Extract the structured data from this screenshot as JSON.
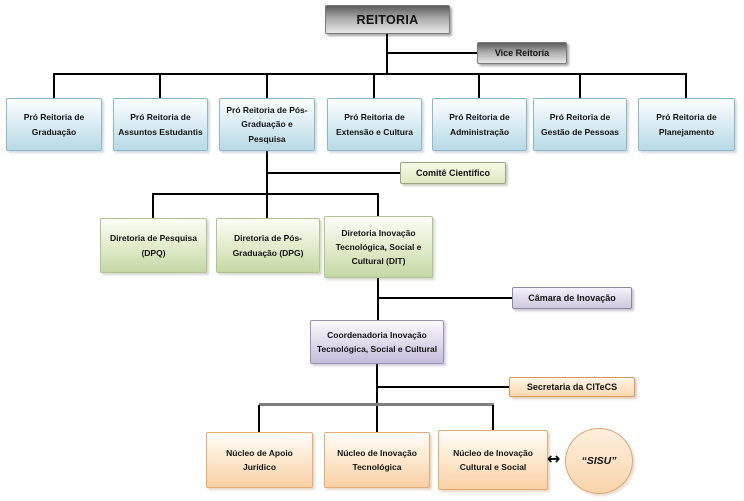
{
  "diagram": {
    "root": {
      "label": "REITORIA"
    },
    "vice": {
      "label": "Vice Reitoria"
    },
    "level1": [
      {
        "label": "Pró Reitoria de Graduação"
      },
      {
        "label": "Pró Reitoria de Assuntos Estudantis"
      },
      {
        "label": "Pró Reitoria de Pós-Graduação e Pesquisa"
      },
      {
        "label": "Pró Reitoria de Extensão e Cultura"
      },
      {
        "label": "Pró Reitoria de Administração"
      },
      {
        "label": "Pró Reitoria de Gestão de Pessoas"
      },
      {
        "label": "Pró Reitoria de Planejamento"
      }
    ],
    "comite": {
      "label": "Comitê Cientifico"
    },
    "diretorias": [
      {
        "label": "Diretoria de Pesquisa (DPQ)"
      },
      {
        "label": "Diretoria de Pós-Graduação (DPG)"
      },
      {
        "label": "Diretoria Inovação Tecnológica, Social e Cultural (DIT)"
      }
    ],
    "camara": {
      "label": "Câmara de Inovação"
    },
    "coordenadoria": {
      "label": "Coordenadoria Inovação Tecnológica, Social e Cultural"
    },
    "secretaria": {
      "label": "Secretaria da CITeCS"
    },
    "nucleos": [
      {
        "label": "Núcleo de Apoio Jurídico"
      },
      {
        "label": "Núcleo de Inovação Tecnológica"
      },
      {
        "label": "Núcleo de Inovação Cultural e Social"
      }
    ],
    "sisu": {
      "label": "“SISU”"
    },
    "arrow_icon": "↔"
  },
  "colors": {
    "root_gray_top": "#5c5c5c",
    "root_gray_bottom": "#e9e9e9",
    "level1_blue": "#b7d9e5",
    "diretoria_green": "#c4d8a5",
    "coordenadoria_lavender": "#c4badb",
    "nucleo_peach": "#f9d0a4",
    "connector_black": "#000000",
    "connector_gray": "#7f7f7f"
  }
}
